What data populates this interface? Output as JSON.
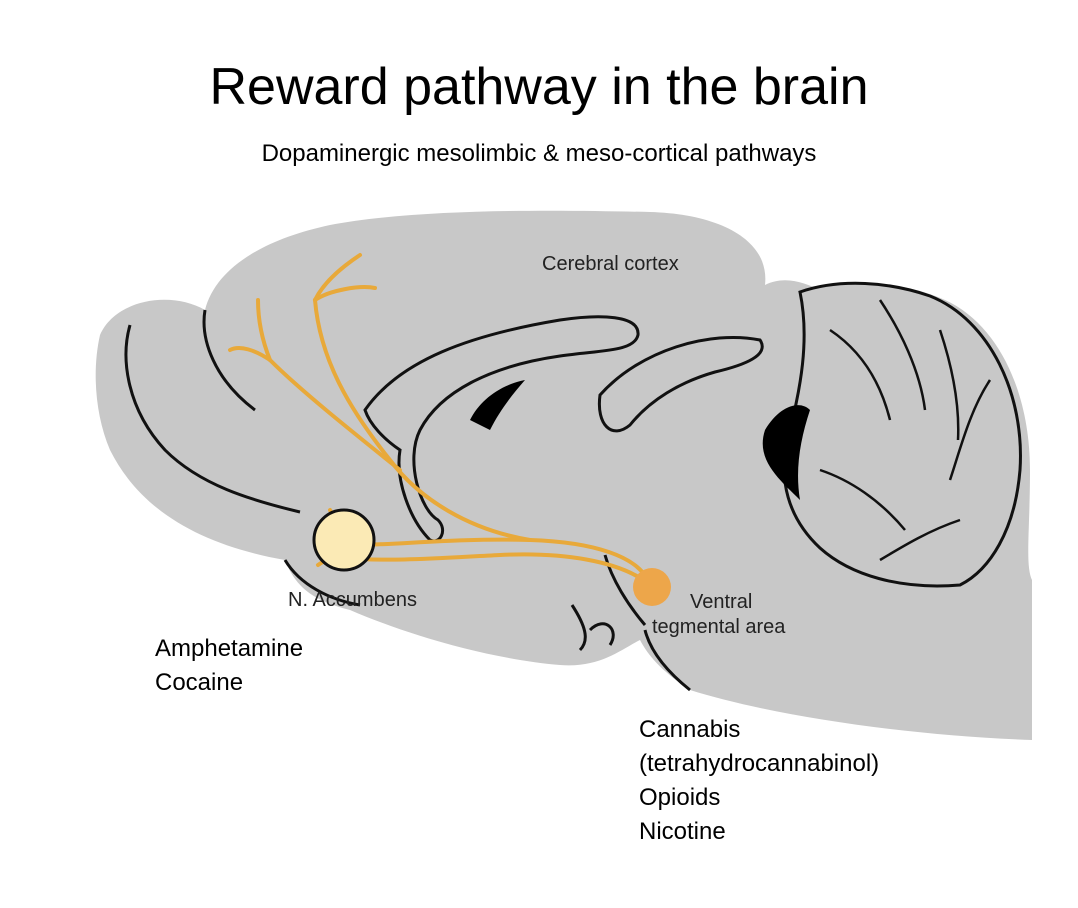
{
  "title": "Reward pathway in the brain",
  "subtitle": "Dopaminergic mesolimbic & meso-cortical pathways",
  "labels": {
    "cortex": "Cerebral cortex",
    "accumbens": "N. Accumbens",
    "vta_line1": "Ventral",
    "vta_line2": "tegmental area"
  },
  "drugs_accumbens": [
    "Amphetamine",
    "Cocaine"
  ],
  "drugs_vta": [
    "Cannabis",
    "(tetrahydrocannabinol)",
    "Opioids",
    "Nicotine"
  ],
  "colors": {
    "brain_fill": "#c8c8c8",
    "pathway": "#e8a93a",
    "vta_node": "#eda64a",
    "accumbens_node": "#fbeab5",
    "outline": "#111111"
  }
}
